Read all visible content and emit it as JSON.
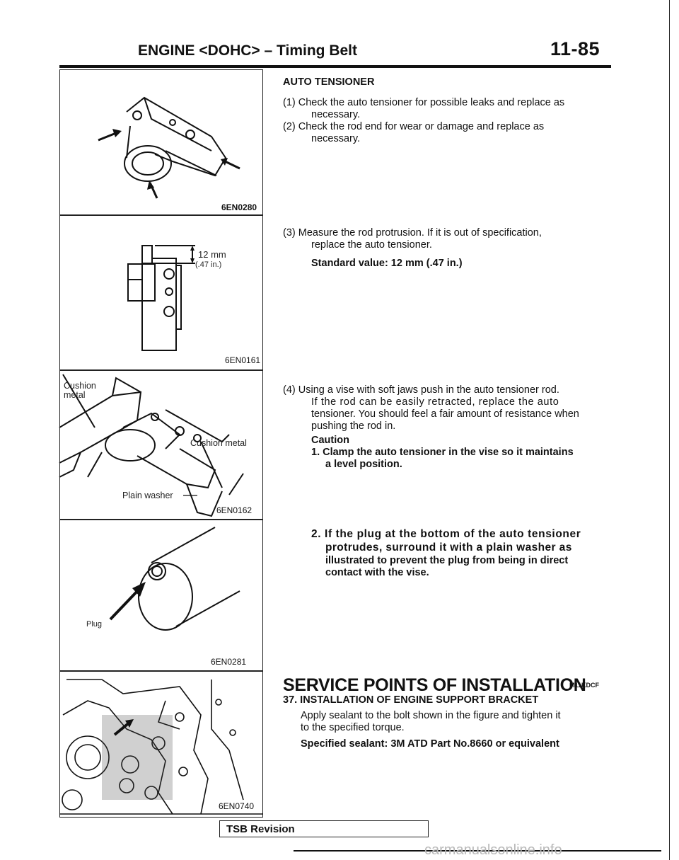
{
  "header": {
    "title": "ENGINE <DOHC> – Timing Belt",
    "page": "11-85"
  },
  "figures": [
    {
      "code": "6EN0280"
    },
    {
      "code": "6EN0161",
      "dim_mm": "12 mm",
      "dim_in": "(.47 in.)"
    },
    {
      "code": "6EN0162",
      "label_top": "Cushion metal",
      "label_mid": "Cushion metal",
      "label_bottom": "Plain washer"
    },
    {
      "code": "6EN0281",
      "label": "Plug"
    },
    {
      "code": "6EN0740"
    }
  ],
  "auto_tensioner": {
    "heading": "AUTO TENSIONER",
    "step1_a": "(1) Check the auto tensioner for possible leaks and replace as",
    "step1_b": "necessary.",
    "step2_a": "(2) Check the rod end for wear or damage and replace as",
    "step2_b": "necessary.",
    "step3_a": "(3) Measure the rod protrusion. If it is out of specification,",
    "step3_b": "replace the auto tensioner.",
    "standard": "Standard value: 12 mm (.47 in.)",
    "step4_a": "(4) Using a vise with soft jaws push in the auto tensioner rod.",
    "step4_b": "If the rod can be easily retracted, replace the auto",
    "step4_c": "tensioner. You should feel a fair amount of resistance when",
    "step4_d": "pushing the rod in.",
    "caution": "Caution",
    "caution1_a": "1. Clamp the auto tensioner in the vise so it maintains",
    "caution1_b": "a level position.",
    "caution2_a": "2. If the plug at the bottom of the auto tensioner",
    "caution2_b": "protrudes, surround it with a plain washer as",
    "caution2_c": "illustrated to prevent the plug from being in direct",
    "caution2_d": "contact with the vise."
  },
  "service": {
    "title": "SERVICE POINTS OF INSTALLATION",
    "code": "M11KDCF",
    "item": "37. INSTALLATION OF ENGINE SUPPORT BRACKET",
    "body_a": "Apply sealant to the bolt shown in the figure and tighten it",
    "body_b": "to the specified torque.",
    "sealant": "Specified sealant: 3M ATD Part No.8660 or equivalent"
  },
  "footer": {
    "tsb": "TSB Revision",
    "watermark": "carmanualsonline.info"
  }
}
